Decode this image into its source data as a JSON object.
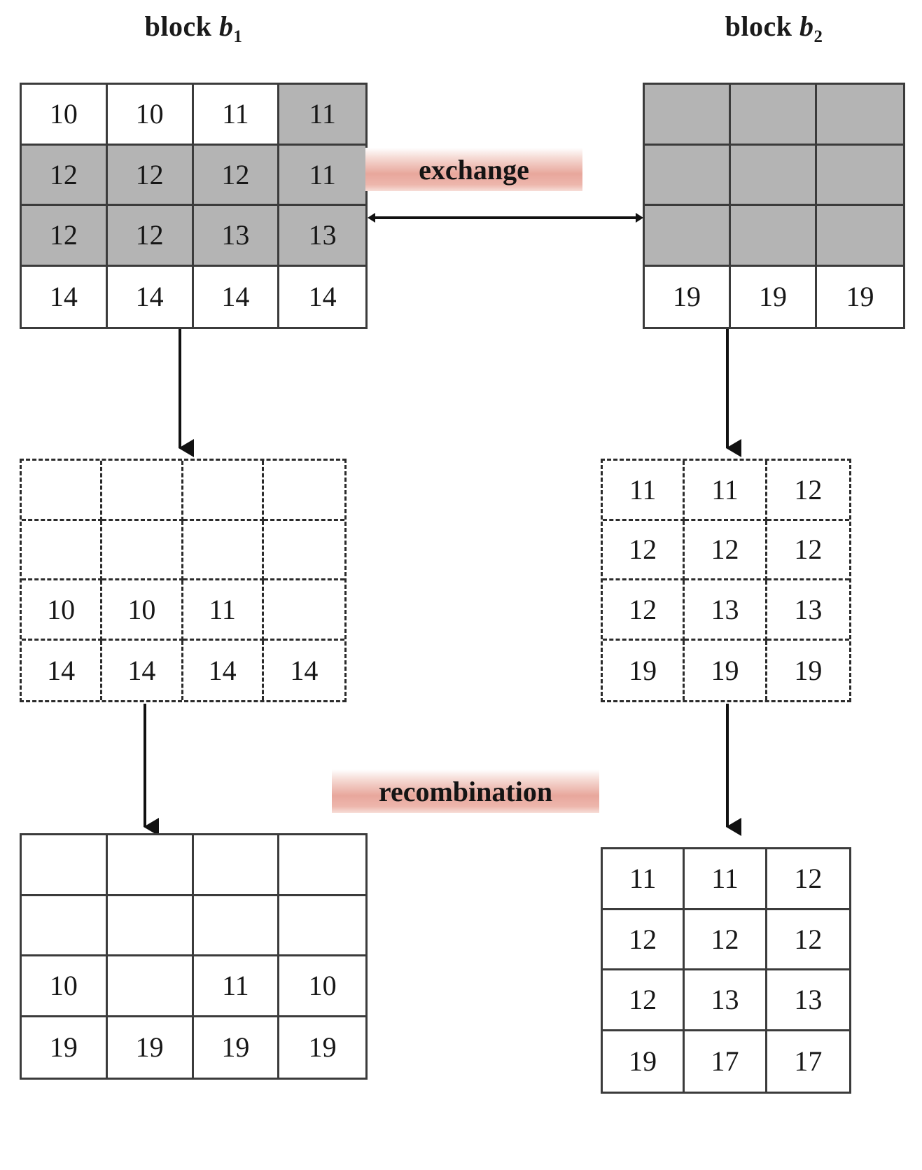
{
  "titles": {
    "left": {
      "prefix": "block ",
      "symbol": "b",
      "subscript": "1"
    },
    "right": {
      "prefix": "block ",
      "symbol": "b",
      "subscript": "2"
    }
  },
  "labels": {
    "exchange": "exchange",
    "recombination": "recombination"
  },
  "colors": {
    "shaded_cell": "#b4b4b4",
    "grid_line": "#3b3b3b",
    "dashed_line": "#2b2b2b",
    "pill_accent": "#e8a79c",
    "text": "#171717"
  },
  "grids": {
    "top_left": {
      "name": "block-b1-source",
      "rows": 4,
      "cols": 4,
      "style": "solid",
      "cells": [
        [
          {
            "v": "10",
            "shaded": false
          },
          {
            "v": "10",
            "shaded": false
          },
          {
            "v": "11",
            "shaded": false
          },
          {
            "v": "11",
            "shaded": true
          }
        ],
        [
          {
            "v": "12",
            "shaded": true
          },
          {
            "v": "12",
            "shaded": true
          },
          {
            "v": "12",
            "shaded": true
          },
          {
            "v": "11",
            "shaded": true
          }
        ],
        [
          {
            "v": "12",
            "shaded": true
          },
          {
            "v": "12",
            "shaded": true
          },
          {
            "v": "13",
            "shaded": true
          },
          {
            "v": "13",
            "shaded": true
          }
        ],
        [
          {
            "v": "14",
            "shaded": false
          },
          {
            "v": "14",
            "shaded": false
          },
          {
            "v": "14",
            "shaded": false
          },
          {
            "v": "14",
            "shaded": false
          }
        ]
      ]
    },
    "top_right": {
      "name": "block-b2-source",
      "rows": 4,
      "cols": 3,
      "style": "solid",
      "cells": [
        [
          {
            "v": "",
            "shaded": true
          },
          {
            "v": "",
            "shaded": true
          },
          {
            "v": "",
            "shaded": true
          }
        ],
        [
          {
            "v": "",
            "shaded": true
          },
          {
            "v": "",
            "shaded": true
          },
          {
            "v": "",
            "shaded": true
          }
        ],
        [
          {
            "v": "",
            "shaded": true
          },
          {
            "v": "",
            "shaded": true
          },
          {
            "v": "",
            "shaded": true
          }
        ],
        [
          {
            "v": "19",
            "shaded": false
          },
          {
            "v": "19",
            "shaded": false
          },
          {
            "v": "19",
            "shaded": false
          }
        ]
      ]
    },
    "mid_left": {
      "name": "block-b1-residual",
      "rows": 4,
      "cols": 4,
      "style": "dashed",
      "cells": [
        [
          {
            "v": ""
          },
          {
            "v": ""
          },
          {
            "v": ""
          },
          {
            "v": ""
          }
        ],
        [
          {
            "v": ""
          },
          {
            "v": ""
          },
          {
            "v": ""
          },
          {
            "v": ""
          }
        ],
        [
          {
            "v": "10"
          },
          {
            "v": "10"
          },
          {
            "v": "11"
          },
          {
            "v": ""
          }
        ],
        [
          {
            "v": "14"
          },
          {
            "v": "14"
          },
          {
            "v": "14"
          },
          {
            "v": "14"
          }
        ]
      ]
    },
    "mid_right": {
      "name": "block-b2-residual",
      "rows": 4,
      "cols": 3,
      "style": "dashed",
      "cells": [
        [
          {
            "v": "11"
          },
          {
            "v": "11"
          },
          {
            "v": "12"
          }
        ],
        [
          {
            "v": "12"
          },
          {
            "v": "12"
          },
          {
            "v": "12"
          }
        ],
        [
          {
            "v": "12"
          },
          {
            "v": "13"
          },
          {
            "v": "13"
          }
        ],
        [
          {
            "v": "19"
          },
          {
            "v": "19"
          },
          {
            "v": "19"
          }
        ]
      ]
    },
    "bottom_left": {
      "name": "block-b1-result",
      "rows": 4,
      "cols": 4,
      "style": "solid",
      "cells": [
        [
          {
            "v": "",
            "shaded": false
          },
          {
            "v": "",
            "shaded": false
          },
          {
            "v": "",
            "shaded": false
          },
          {
            "v": "",
            "shaded": false
          }
        ],
        [
          {
            "v": "",
            "shaded": false
          },
          {
            "v": "",
            "shaded": false
          },
          {
            "v": "",
            "shaded": false
          },
          {
            "v": "",
            "shaded": false
          }
        ],
        [
          {
            "v": "10",
            "shaded": false
          },
          {
            "v": "",
            "shaded": false
          },
          {
            "v": "11",
            "shaded": false
          },
          {
            "v": "10",
            "shaded": false
          }
        ],
        [
          {
            "v": "19",
            "shaded": false
          },
          {
            "v": "19",
            "shaded": false
          },
          {
            "v": "19",
            "shaded": false
          },
          {
            "v": "19",
            "shaded": false
          }
        ]
      ]
    },
    "bottom_right": {
      "name": "block-b2-result",
      "rows": 4,
      "cols": 3,
      "style": "solid",
      "cells": [
        [
          {
            "v": "11",
            "shaded": false
          },
          {
            "v": "11",
            "shaded": false
          },
          {
            "v": "12",
            "shaded": false
          }
        ],
        [
          {
            "v": "12",
            "shaded": false
          },
          {
            "v": "12",
            "shaded": false
          },
          {
            "v": "12",
            "shaded": false
          }
        ],
        [
          {
            "v": "12",
            "shaded": false
          },
          {
            "v": "13",
            "shaded": false
          },
          {
            "v": "13",
            "shaded": false
          }
        ],
        [
          {
            "v": "19",
            "shaded": false
          },
          {
            "v": "17",
            "shaded": false
          },
          {
            "v": "17",
            "shaded": false
          }
        ]
      ]
    }
  },
  "arrows": {
    "exchange": {
      "direction": "bidirectional",
      "orientation": "horizontal"
    },
    "b1_down_1": {
      "direction": "down",
      "orientation": "vertical"
    },
    "b2_down_1": {
      "direction": "down",
      "orientation": "vertical"
    },
    "b1_down_2": {
      "direction": "down",
      "orientation": "vertical"
    },
    "b2_down_2": {
      "direction": "down",
      "orientation": "vertical"
    }
  }
}
